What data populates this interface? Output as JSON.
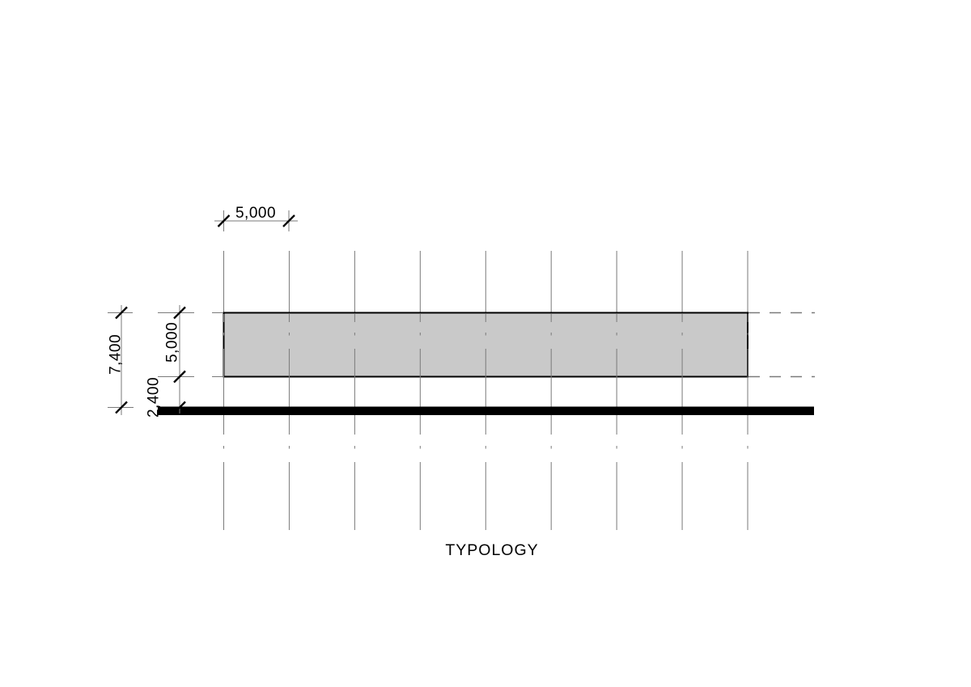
{
  "title": "TYPOLOGY",
  "dimensions": {
    "bay_width": {
      "label": "5,000",
      "value": 5000
    },
    "total_height": {
      "label": "7,400",
      "value": 7400
    },
    "slab_height": {
      "label": "5,000",
      "value": 5000
    },
    "ground_clearance": {
      "label": "2,400",
      "value": 2400
    }
  },
  "grid": {
    "line_count": 9,
    "bay_count": 8
  },
  "colors": {
    "background": "#ffffff",
    "bar_fill": "#c9c9c9",
    "bar_stroke": "#000000",
    "ground_line": "#000000",
    "line_gray": "#7a7a7a",
    "ink": "#000000"
  }
}
